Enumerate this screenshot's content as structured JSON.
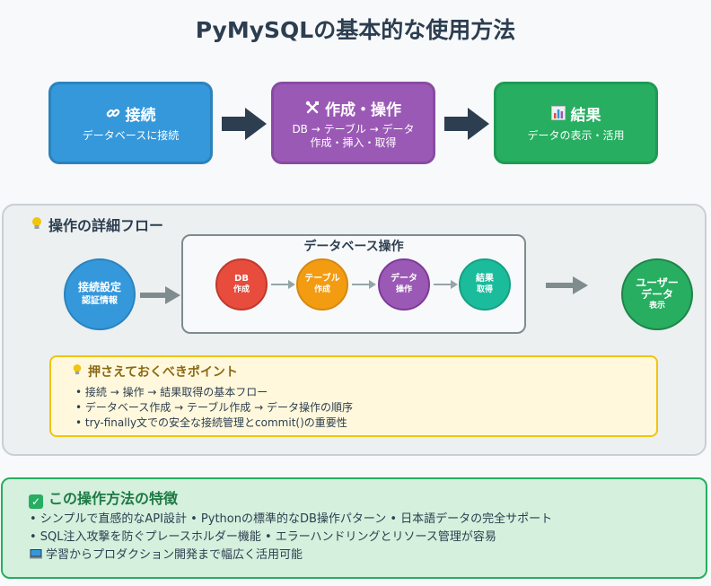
{
  "title": "PyMySQLの基本的な使用方法",
  "main_steps": [
    {
      "icon": "link-icon",
      "title": "接続",
      "sub1": "データベースに接続",
      "sub2": "",
      "color": "#3498db"
    },
    {
      "icon": "tools-icon",
      "title": "作成・操作",
      "sub1": "DB → テーブル → データ",
      "sub2": "作成・挿入・取得",
      "color": "#9b59b6"
    },
    {
      "icon": "chart-icon",
      "title": "結果",
      "sub1": "データの表示・活用",
      "sub2": "",
      "color": "#27ae60"
    }
  ],
  "flow": {
    "title": "操作の詳細フロー",
    "start": {
      "line1": "接続設定",
      "line2": "認証情報",
      "color": "#3498db"
    },
    "db_box_title": "データベース操作",
    "steps": [
      {
        "line1": "DB",
        "line2": "作成",
        "color": "#e74c3c"
      },
      {
        "line1": "テーブル",
        "line2": "作成",
        "color": "#f39c12"
      },
      {
        "line1": "データ",
        "line2": "操作",
        "color": "#9b59b6"
      },
      {
        "line1": "結果",
        "line2": "取得",
        "color": "#1abc9c"
      }
    ],
    "end": {
      "line1": "ユーザー",
      "line2": "データ",
      "line3": "表示",
      "color": "#27ae60"
    }
  },
  "tips": {
    "title": "押さえておくべきポイント",
    "items": [
      "• 接続 → 操作 → 結果取得の基本フロー",
      "• データベース作成 → テーブル作成 → データ操作の順序",
      "• try-finally文での安全な接続管理とcommit()の重要性"
    ]
  },
  "features": {
    "title": "この操作方法の特徴",
    "lines": [
      "• シンプルで直感的なAPI設計 • Pythonの標準的なDB操作パターン • 日本語データの完全サポート",
      "• SQL注入攻撃を防ぐプレースホルダー機能 • エラーハンドリングとリソース管理が容易",
      "学習からプロダクション開発まで幅広く活用可能"
    ]
  }
}
